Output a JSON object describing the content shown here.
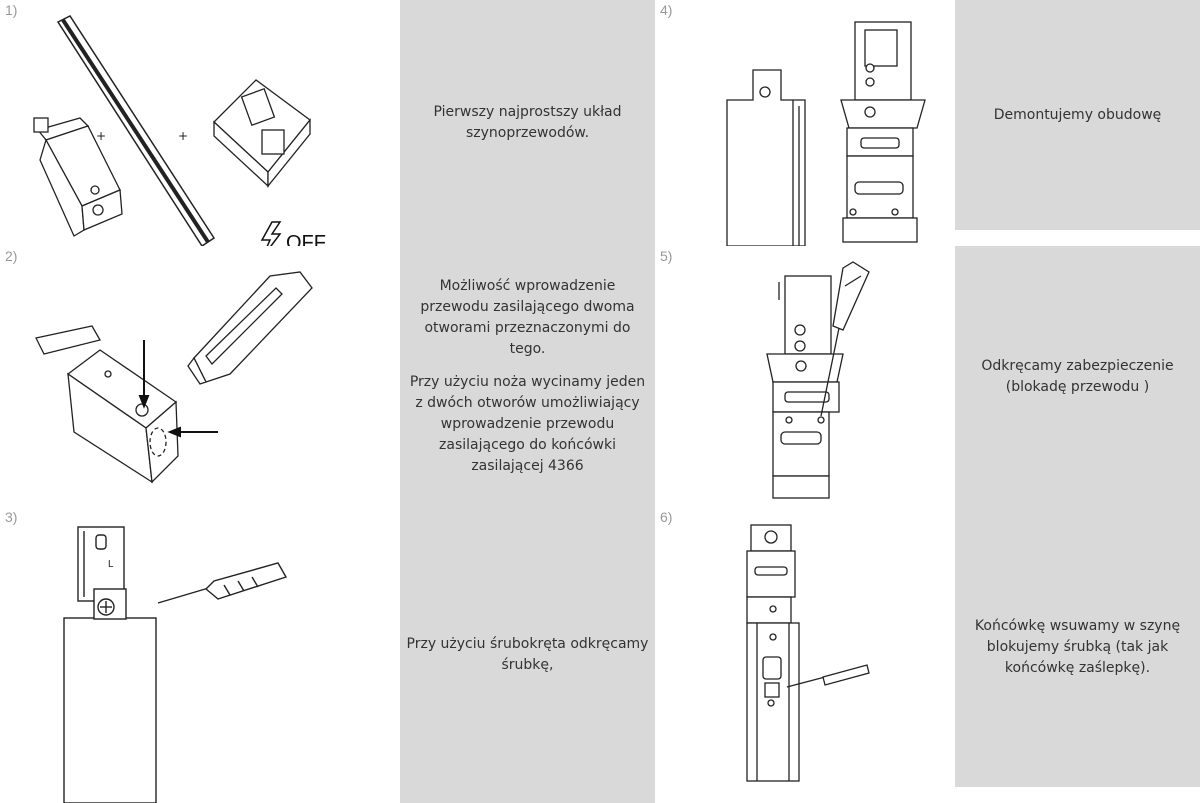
{
  "steps": [
    {
      "number": "1)",
      "text": [
        "Pierwszy najprostszy układ",
        "szynoprzewodów."
      ],
      "off_label": "OFF"
    },
    {
      "number": "2)",
      "text": [
        "Możliwość wprowadzenie",
        "przewodu zasilającego dwoma",
        "otworami przeznaczonymi do",
        "tego."
      ],
      "text2": [
        "Przy użyciu noża wycinamy jeden",
        "z dwóch otworów umożliwiający",
        "wprowadzenie przewodu",
        "zasilającego do końcówki",
        "zasilającej 4366"
      ]
    },
    {
      "number": "3)",
      "text": [
        "Przy użyciu śrubokręta odkręcamy",
        "śrubkę,"
      ],
      "label_l": "L"
    },
    {
      "number": "4)",
      "text": [
        "Demontujemy obudowę"
      ]
    },
    {
      "number": "5)",
      "text": [
        "Odkręcamy zabezpieczenie",
        "(blokadę przewodu )"
      ]
    },
    {
      "number": "6)",
      "text": [
        "Końcówkę wsuwamy w szynę",
        "blokujemy śrubką (tak jak",
        "końcówkę zaślepkę)."
      ]
    }
  ]
}
